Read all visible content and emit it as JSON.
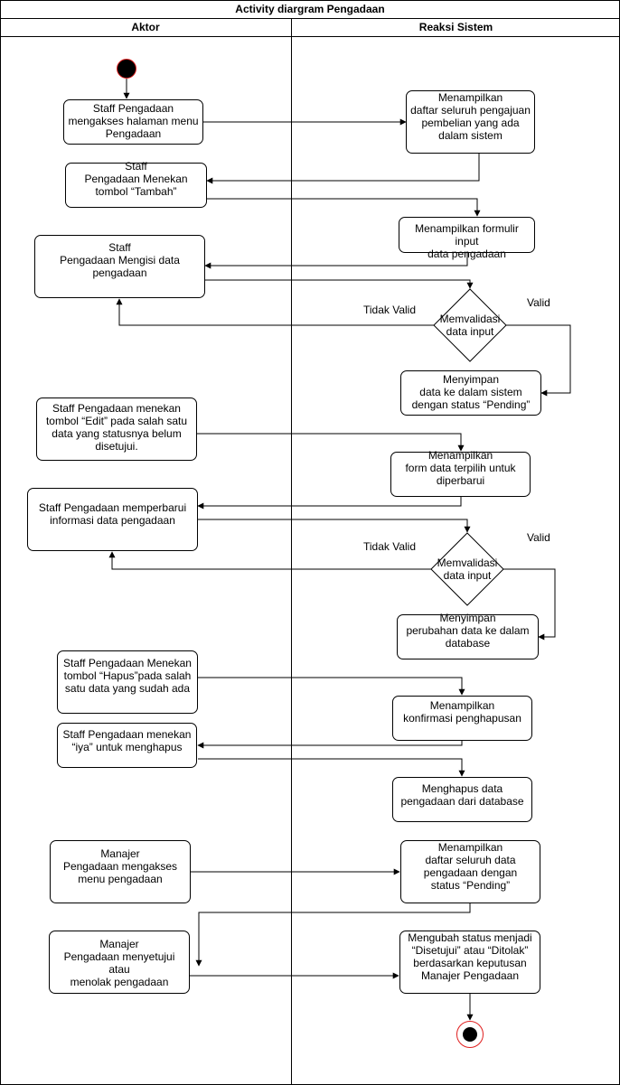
{
  "diagram": {
    "title": "Activity diargram Pengadaan",
    "lanes": {
      "actor": "Aktor",
      "system": "Reaksi Sistem"
    },
    "nodes": {
      "a1": "Staff Pengadaan\nmengakses halaman menu\nPengadaan",
      "s1": "Menampilkan\ndaftar seluruh pengajuan\npembelian yang ada\ndalam sistem",
      "a2": "Staff\nPengadaan Menekan\ntombol “Tambah”",
      "s2": "Menampilkan formulir input\ndata pengadaan",
      "a3": "Staff\nPengadaan Mengisi data\npengadaan",
      "d1": "Memvalidasi\ndata input",
      "s3": "Menyimpan\ndata ke dalam sistem\ndengan status “Pending”",
      "a4": "Staff Pengadaan menekan\ntombol “Edit” pada salah satu\ndata yang statusnya belum\ndisetujui.",
      "s4": "Menampilkan\nform data terpilih untuk\ndiperbarui",
      "a5": "Staff Pengadaan memperbarui\ninformasi data pengadaan",
      "d2": "Memvalidasi\ndata input",
      "s5": "Menyimpan\nperubahan data ke dalam\ndatabase",
      "a6": "Staff Pengadaan Menekan\ntombol “Hapus”pada salah\nsatu  data  yang sudah ada",
      "s6": "Menampilkan\nkonfirmasi penghapusan",
      "a7": "Staff Pengadaan menekan\n“iya” untuk menghapus",
      "s7": "Menghapus data\npengadaan  dari database",
      "a8": "Manajer\nPengadaan mengakses\nmenu pengadaan",
      "s8": "Menampilkan\ndaftar seluruh data\npengadaan  dengan\nstatus “Pending”",
      "a9": "Manajer\nPengadaan menyetujui atau\nmenolak pengadaan",
      "s9": "Mengubah status menjadi\n“Disetujui” atau “Ditolak”\nberdasarkan keputusan\nManajer Pengadaan"
    },
    "guards": {
      "invalid_1": "Tidak Valid",
      "valid_1": "Valid",
      "invalid_2": "Tidak Valid",
      "valid_2": "Valid"
    }
  }
}
